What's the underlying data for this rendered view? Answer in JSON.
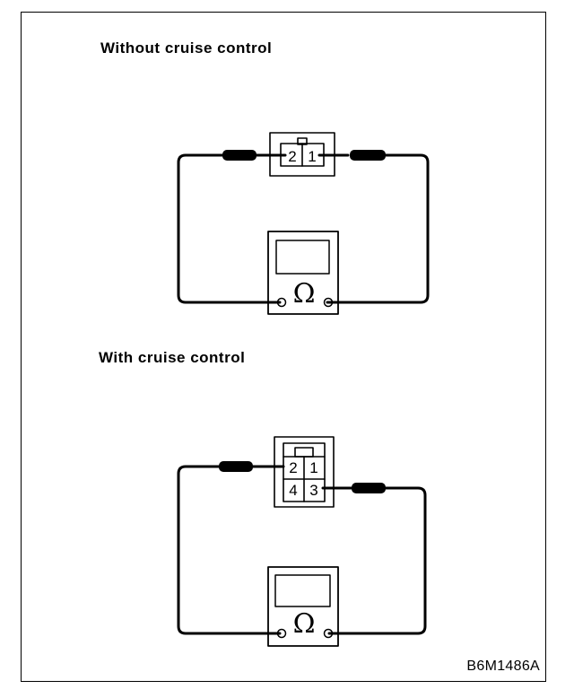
{
  "sections": [
    {
      "title": "Without cruise control",
      "pins": [
        "2",
        "1"
      ],
      "ohm_symbol": "Ω"
    },
    {
      "title": "With cruise control",
      "pins": [
        "2",
        "1",
        "4",
        "3"
      ],
      "ohm_symbol": "Ω"
    }
  ],
  "reference_code": "B6M1486A"
}
